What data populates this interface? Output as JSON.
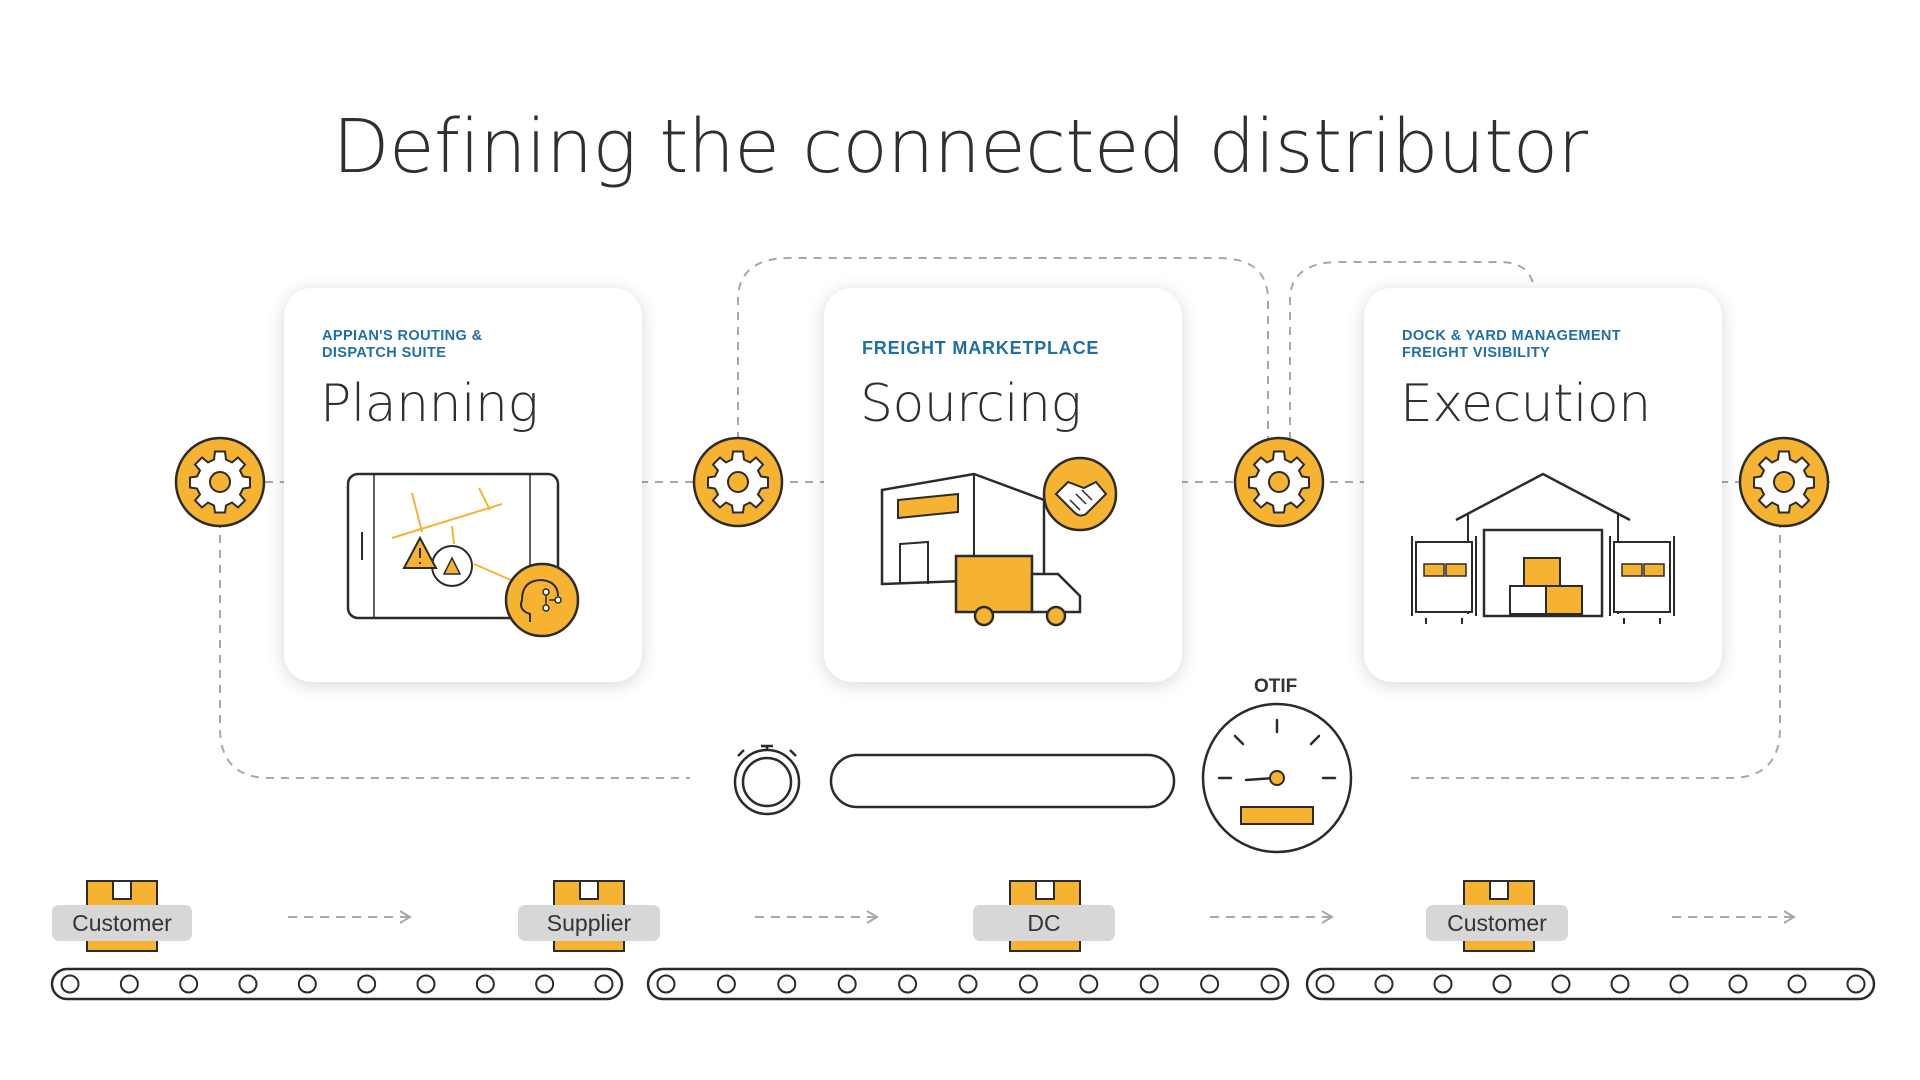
{
  "title": "Defining the connected distributor",
  "cards": [
    {
      "subtitle_line1": "APPIAN'S ROUTING &",
      "subtitle_line2": "DISPATCH SUITE",
      "name": "Planning"
    },
    {
      "subtitle_line1": "FREIGHT MARKETPLACE",
      "name": "Sourcing"
    },
    {
      "subtitle_line1": "DOCK & YARD MANAGEMENT",
      "subtitle_line2": "FREIGHT VISIBILITY",
      "name": "Execution"
    }
  ],
  "gauge_label": "OTIF",
  "stations": [
    "Customer",
    "Supplier",
    "DC",
    "Customer"
  ],
  "colors": {
    "accent": "#f6b332",
    "line": "#2b2b2b",
    "dash": "#a8a8a8",
    "subtitle": "#1f6ea8",
    "chip": "#d7d7d7"
  },
  "icons": [
    "gear-icon",
    "tablet-map-icon",
    "ai-head-icon",
    "truck-warehouse-icon",
    "handshake-icon",
    "warehouse-icon",
    "stopwatch-icon",
    "gauge-icon",
    "box-icon"
  ]
}
